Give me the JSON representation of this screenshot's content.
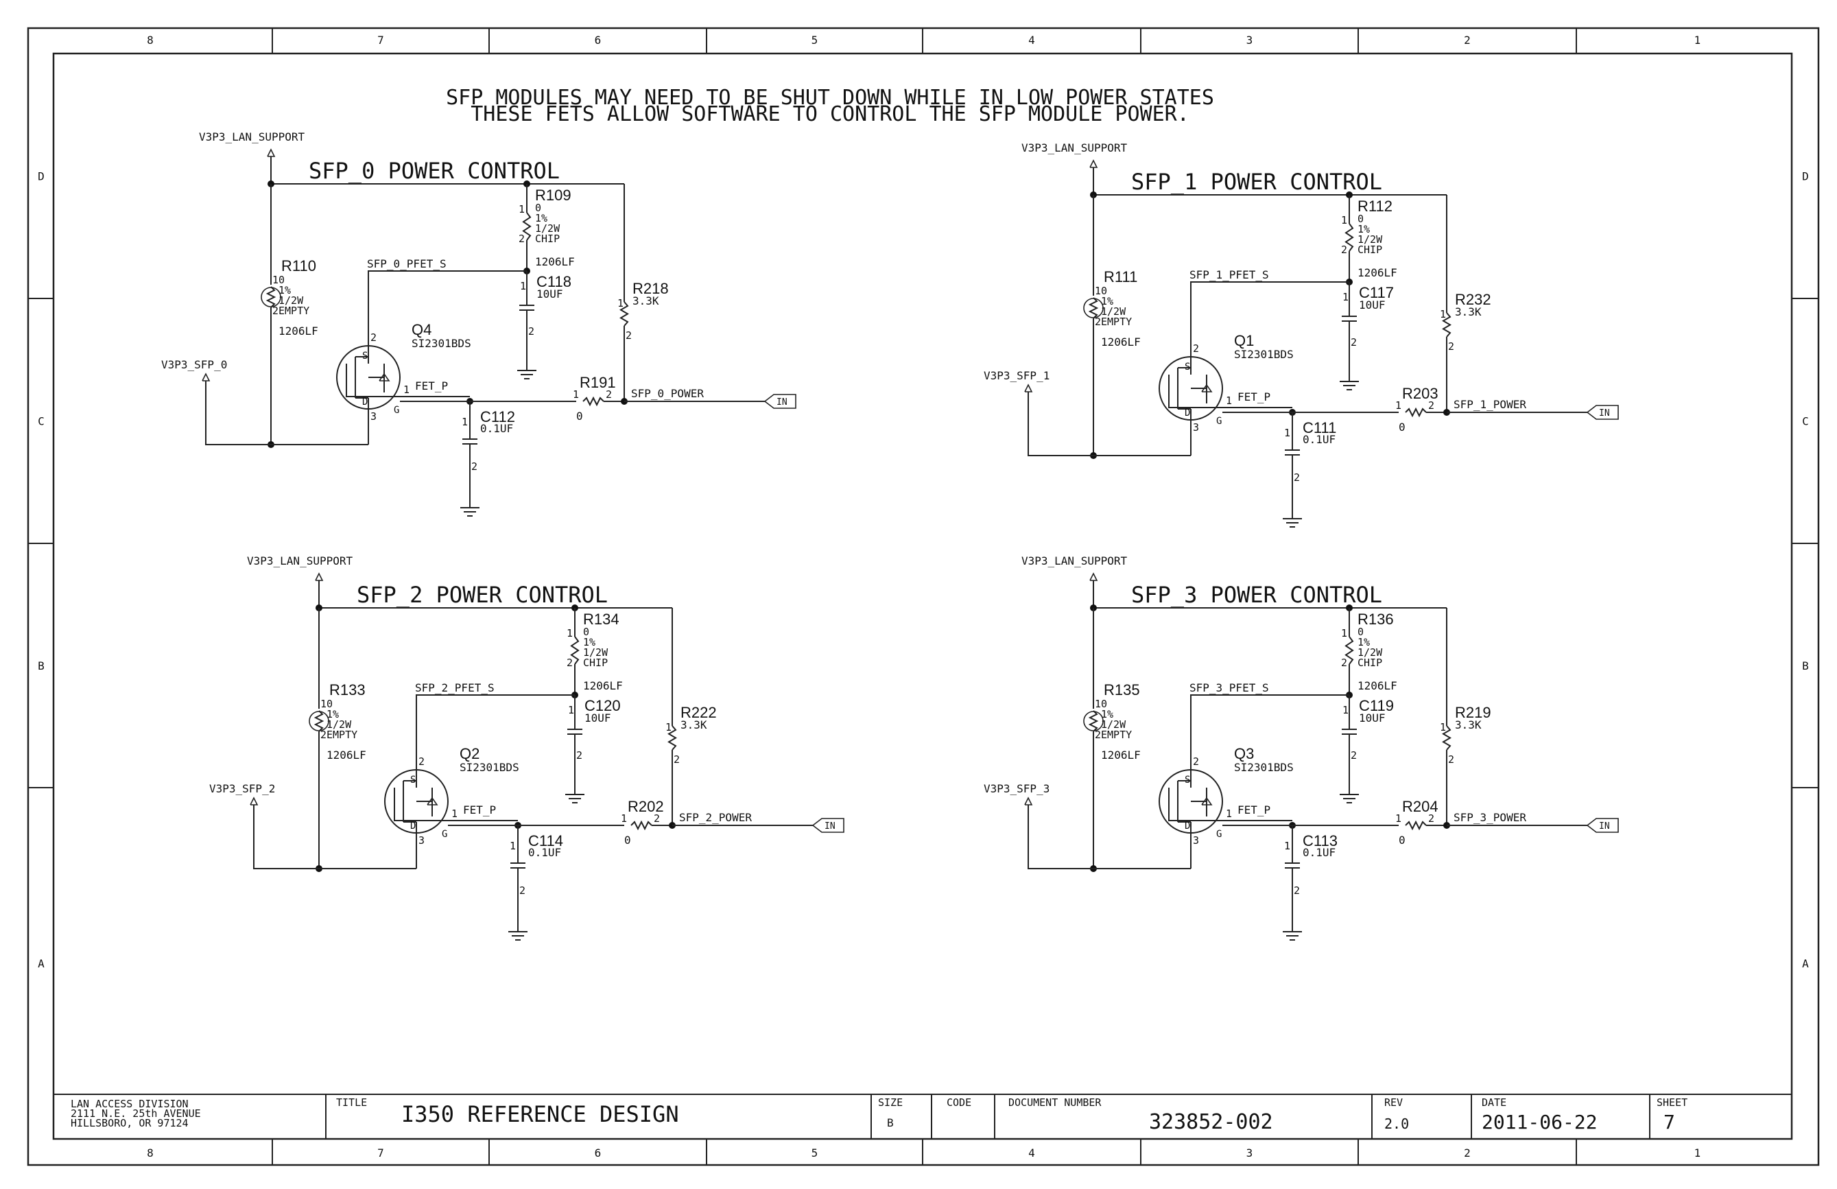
{
  "border": {
    "columns": [
      "8",
      "7",
      "6",
      "5",
      "4",
      "3",
      "2",
      "1"
    ],
    "rows": [
      "D",
      "C",
      "B",
      "A"
    ]
  },
  "notes": {
    "line1": "SFP MODULES MAY NEED TO BE SHUT DOWN WHILE IN LOW POWER STATES",
    "line2": "THESE FETS ALLOW SOFTWARE TO CONTROL THE SFP MODULE POWER."
  },
  "blocks": [
    {
      "title": "SFP_0 POWER CONTROL",
      "supply": "V3P3_LAN_SUPPORT",
      "sfp_supply": "V3P3_SFP_0",
      "r_top": {
        "ref": "R109",
        "val": "0",
        "tol": "1%",
        "pwr": "1/2W",
        "type": "CHIP",
        "pkg": "1206LF"
      },
      "r_left": {
        "ref": "R110",
        "val": "0",
        "tol": "1%",
        "pwr": "1/2W",
        "type": "EMPTY",
        "pkg": "1206LF"
      },
      "c_top": {
        "ref": "C118",
        "val": "10UF"
      },
      "r_pull": {
        "ref": "R218",
        "val": "3.3K"
      },
      "fet": {
        "ref": "Q4",
        "part": "SI2301BDS"
      },
      "r_series": {
        "ref": "R191",
        "val": "0"
      },
      "c_gate": {
        "ref": "C112",
        "val": "0.1UF"
      },
      "net_s": "SFP_0_PFET_S",
      "net_g": "FET_P",
      "net_pwr": "SFP_0_POWER",
      "port": "IN"
    },
    {
      "title": "SFP_1 POWER CONTROL",
      "supply": "V3P3_LAN_SUPPORT",
      "sfp_supply": "V3P3_SFP_1",
      "r_top": {
        "ref": "R112",
        "val": "0",
        "tol": "1%",
        "pwr": "1/2W",
        "type": "CHIP",
        "pkg": "1206LF"
      },
      "r_left": {
        "ref": "R111",
        "val": "0",
        "tol": "1%",
        "pwr": "1/2W",
        "type": "EMPTY",
        "pkg": "1206LF"
      },
      "c_top": {
        "ref": "C117",
        "val": "10UF"
      },
      "r_pull": {
        "ref": "R232",
        "val": "3.3K"
      },
      "fet": {
        "ref": "Q1",
        "part": "SI2301BDS"
      },
      "r_series": {
        "ref": "R203",
        "val": "0"
      },
      "c_gate": {
        "ref": "C111",
        "val": "0.1UF"
      },
      "net_s": "SFP_1_PFET_S",
      "net_g": "FET_P",
      "net_pwr": "SFP_1_POWER",
      "port": "IN"
    },
    {
      "title": "SFP_2 POWER CONTROL",
      "supply": "V3P3_LAN_SUPPORT",
      "sfp_supply": "V3P3_SFP_2",
      "r_top": {
        "ref": "R134",
        "val": "0",
        "tol": "1%",
        "pwr": "1/2W",
        "type": "CHIP",
        "pkg": "1206LF"
      },
      "r_left": {
        "ref": "R133",
        "val": "0",
        "tol": "1%",
        "pwr": "1/2W",
        "type": "EMPTY",
        "pkg": "1206LF"
      },
      "c_top": {
        "ref": "C120",
        "val": "10UF"
      },
      "r_pull": {
        "ref": "R222",
        "val": "3.3K"
      },
      "fet": {
        "ref": "Q2",
        "part": "SI2301BDS"
      },
      "r_series": {
        "ref": "R202",
        "val": "0"
      },
      "c_gate": {
        "ref": "C114",
        "val": "0.1UF"
      },
      "net_s": "SFP_2_PFET_S",
      "net_g": "FET_P",
      "net_pwr": "SFP_2_POWER",
      "port": "IN"
    },
    {
      "title": "SFP_3 POWER CONTROL",
      "supply": "V3P3_LAN_SUPPORT",
      "sfp_supply": "V3P3_SFP_3",
      "r_top": {
        "ref": "R136",
        "val": "0",
        "tol": "1%",
        "pwr": "1/2W",
        "type": "CHIP",
        "pkg": "1206LF"
      },
      "r_left": {
        "ref": "R135",
        "val": "0",
        "tol": "1%",
        "pwr": "1/2W",
        "type": "EMPTY",
        "pkg": "1206LF"
      },
      "c_top": {
        "ref": "C119",
        "val": "10UF"
      },
      "r_pull": {
        "ref": "R219",
        "val": "3.3K"
      },
      "fet": {
        "ref": "Q3",
        "part": "SI2301BDS"
      },
      "r_series": {
        "ref": "R204",
        "val": "0"
      },
      "c_gate": {
        "ref": "C113",
        "val": "0.1UF"
      },
      "net_s": "SFP_3_PFET_S",
      "net_g": "FET_P",
      "net_pwr": "SFP_3_POWER",
      "port": "IN"
    }
  ],
  "titleblock": {
    "company_1": "LAN ACCESS DIVISION",
    "company_2": "2111 N.E. 25th AVENUE",
    "company_3": "HILLSBORO, OR 97124",
    "title_label": "TITLE",
    "title": "I350 REFERENCE DESIGN",
    "size_label": "SIZE",
    "size": "B",
    "code_label": "CODE",
    "docnum_label": "DOCUMENT NUMBER",
    "docnum": "323852-002",
    "rev_label": "REV",
    "rev": "2.0",
    "date_label": "DATE",
    "date": "2011-06-22",
    "sheet_label": "SHEET",
    "sheet": "7"
  }
}
